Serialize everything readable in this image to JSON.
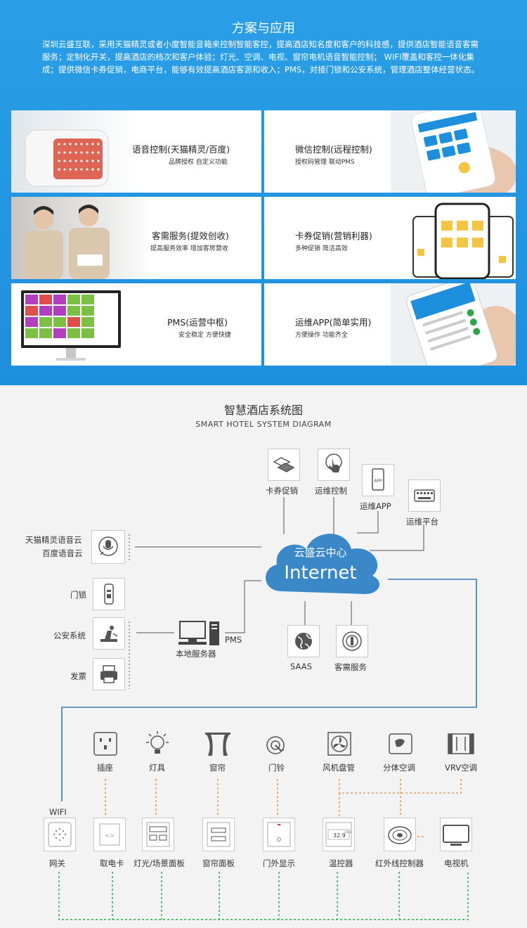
{
  "header": {
    "title": "方案与应用",
    "description": "深圳云盛互联，采用天猫精灵或者小度智能音箱来控制智能客控，提高酒店知名度和客户的科技感，提供酒店智能语音客需服务；定制化开关，提高酒店的档次和客户体验；灯光、空调、电视、窗帘电机语音智能控制； WIFI覆盖和客控一体化集成；提供微信卡券促销，电商平台，能够有效提高酒店客源和收入；PMS，对接门锁和公安系统，管理酒店整体经营状态。"
  },
  "cards": [
    {
      "title": "语音控制(天猫精灵/百度)",
      "sub": "品牌授权  自定义功能"
    },
    {
      "title": "微信控制(远程控制)",
      "sub": "授权码管理  联动PMS"
    },
    {
      "title": "客需服务(提效创收)",
      "sub": "提高服务效率  增加客房营收"
    },
    {
      "title": "卡券促销(营销利器)",
      "sub": "多种促销  简洁高效"
    },
    {
      "title": "PMS(运营中枢)",
      "sub": "安全稳定 方便快捷"
    },
    {
      "title": "运维APP(简单实用)",
      "sub": "方便操作  功能齐全"
    }
  ],
  "diagram": {
    "title": "智慧酒店系统图",
    "subtitle": "SMART HOTEL  SYSTEM DIAGRAM",
    "cloud_label": "云盛云中心",
    "cloud_big": "Internet",
    "top_nodes": [
      "卡券促销",
      "运维控制",
      "运维APP",
      "运维平台"
    ],
    "app_badge": "APP",
    "left_voice": [
      "天猫精灵语音云",
      "百度语音云"
    ],
    "left_nodes": [
      "门锁",
      "公安系统",
      "发票"
    ],
    "server_label": "本地服务器",
    "pms_label": "PMS",
    "cloud_services": [
      "SAAS",
      "客需服务"
    ],
    "devices": [
      "插座",
      "灯具",
      "窗帘",
      "门铃",
      "风机盘管",
      "分体空调",
      "VRV空调"
    ],
    "wifi_label": "WIFI",
    "panels": [
      "网关",
      "取电卡",
      "灯光/场景面板",
      "窗帘面板",
      "门外显示",
      "温控器",
      "红外线控制器",
      "电视机"
    ],
    "thermostat_reading": "32.9",
    "thermostat_small": "1002"
  },
  "colors": {
    "blue": "#1e8fdd",
    "orange": "#f0852d",
    "green": "#2ea44a",
    "line_blue": "#3a7ab8",
    "dark": "#555555"
  }
}
